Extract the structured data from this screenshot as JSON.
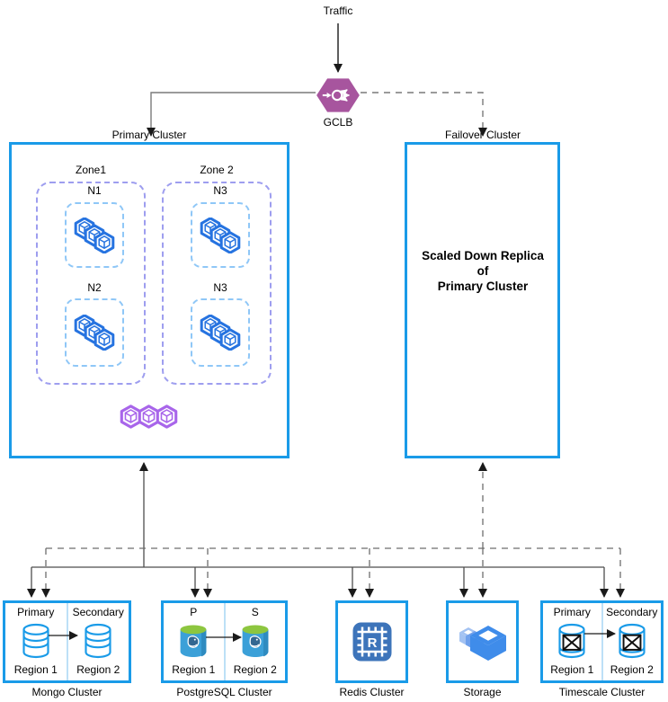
{
  "labels": {
    "traffic": "Traffic",
    "gclb": "GCLB"
  },
  "primary_cluster": {
    "title": "Primary Cluster",
    "zones": [
      {
        "label": "Zone1",
        "nodes": [
          {
            "label": "N1"
          },
          {
            "label": "N2"
          }
        ]
      },
      {
        "label": "Zone 2",
        "nodes": [
          {
            "label": "N3"
          },
          {
            "label": "N3"
          }
        ]
      }
    ]
  },
  "failover_cluster": {
    "title": "Failover Cluster",
    "lines": [
      "Scaled Down Replica",
      "of",
      "Primary Cluster"
    ]
  },
  "clusters": [
    {
      "label": "Mongo Cluster",
      "left_header": "Primary",
      "right_header": "Secondary",
      "left_region": "Region 1",
      "right_region": "Region 2"
    },
    {
      "label": "PostgreSQL Cluster",
      "left_header": "P",
      "right_header": "S",
      "left_region": "Region 1",
      "right_region": "Region 2"
    },
    {
      "label": "Redis Cluster"
    },
    {
      "label": "Storage"
    },
    {
      "label": "Timescale Cluster",
      "left_header": "Primary",
      "right_header": "Secondary",
      "left_region": "Region 1",
      "right_region": "Region 2"
    }
  ],
  "icons": {
    "gclb": "load-balancer-icon",
    "pods": "kubernetes-pods-icon",
    "gke_workloads": "gke-workloads-icon",
    "mongo": "database-cylinder-icon",
    "postgres": "postgresql-database-icon",
    "redis": "redis-chip-icon",
    "storage": "storage-boxes-icon",
    "timescale": "timescale-database-icon"
  },
  "colors": {
    "cluster_border": "#1A9BE8",
    "zone_border": "#9E9EEF",
    "node_border": "#8FC7F7",
    "divider_blue": "#BDE0F7",
    "pods_blue": "#2673E0",
    "gke_purple": "#A865EA",
    "gclb_purple": "#A7559E",
    "redis_blue": "#3D74BA",
    "storage_blue": "#3F8CEA",
    "storage_mid": "#6FA0EC",
    "storage_back": "#A3C2F2",
    "postgres_green": "#8DC63F",
    "postgres_body": "#3BA0D8",
    "postgres_logo": "#336791",
    "db_stroke": "#1A9BE8"
  }
}
